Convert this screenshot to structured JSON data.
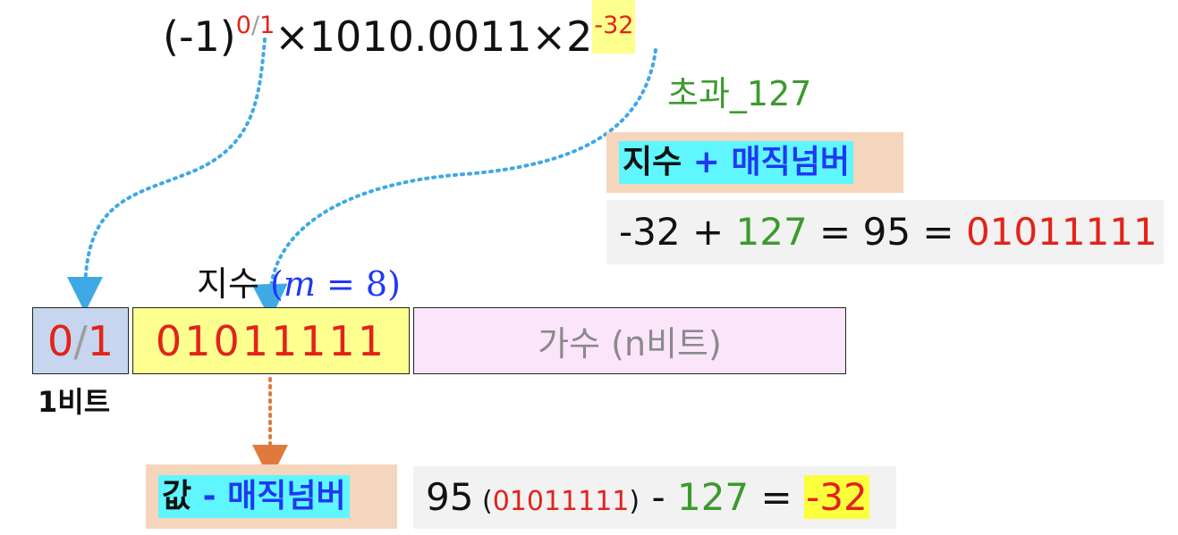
{
  "formula": {
    "base": "(-1)",
    "sign_sup_0": "0",
    "sign_sup_sep": "/",
    "sign_sup_1": "1",
    "mantissa": "×1010.0011×2",
    "exponent": "-32"
  },
  "excess_label": "초과_127",
  "plus_label": {
    "part1": "지수",
    "op": " + ",
    "part2": "매직넘버"
  },
  "calc_top": {
    "a": "-32",
    "op1": " + ",
    "b": "127",
    "eq1": " = ",
    "c": "95",
    "eq2": " = ",
    "bits": "01011111"
  },
  "exp_header": {
    "label": "지수",
    "m_open": "(",
    "m_var": "m",
    "m_eq": " = 8)"
  },
  "bits": {
    "sign_0": "0",
    "sign_sep": "/",
    "sign_1": "1",
    "exponent": "01011111",
    "mantissa": "가수 (n비트)"
  },
  "one_bit_label": "1비트",
  "minus_label": {
    "part1": "값",
    "op": " - ",
    "part2": "매직넘버"
  },
  "calc_bottom": {
    "a": "95",
    "open": " (",
    "bits": "01011111",
    "close": ")",
    "op": " - ",
    "b": "127",
    "eq": " = ",
    "result": "-32"
  },
  "colors": {
    "red": "#e2231a",
    "green": "#3c9a2e",
    "blue": "#1f39f2",
    "cyan": "#5ff6ff",
    "peach": "#f6d5bd",
    "yellow": "#fdff8f",
    "sign_blue": "#c7d6ee",
    "mantissa_pink": "#fbe5fb",
    "arrow_blue": "#3fa9e6",
    "arrow_orange": "#e07a3c"
  }
}
